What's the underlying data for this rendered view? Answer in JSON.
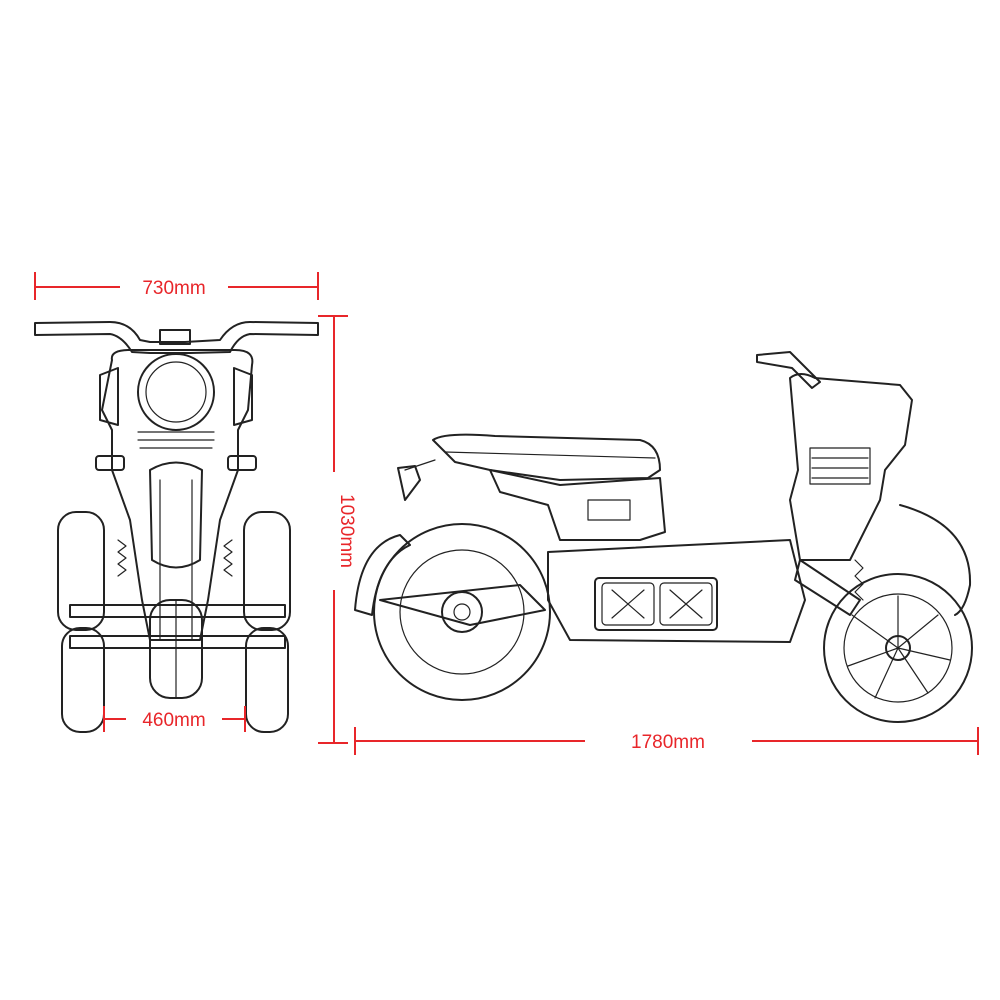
{
  "colors": {
    "dimension": "#e8262a",
    "drawing": "#222222",
    "background": "#ffffff"
  },
  "dimensions": {
    "overall_width": "730mm",
    "overall_height": "1030mm",
    "rear_track": "460mm",
    "overall_length": "1780mm"
  }
}
